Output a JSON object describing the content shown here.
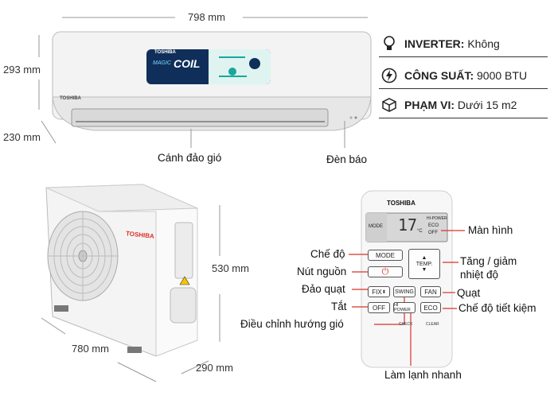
{
  "indoor": {
    "width": "798 mm",
    "height": "293 mm",
    "depth": "230 mm",
    "brand": "TOSHIBA",
    "panel_title": "COIL",
    "panel_badge": "MAGIC",
    "label_vane": "Cánh đảo gió",
    "label_led": "Đèn báo"
  },
  "specs": [
    {
      "icon": "lightbulb-icon",
      "label": "INVERTER:",
      "value": "Không"
    },
    {
      "icon": "power-bolt-icon",
      "label": "CÔNG SUẤT:",
      "value": "9000 BTU"
    },
    {
      "icon": "cube-icon",
      "label": "PHẠM VI:",
      "value": "Dưới 15 m2"
    }
  ],
  "outdoor": {
    "brand": "TOSHIBA",
    "height": "530 mm",
    "width": "780 mm",
    "depth": "290 mm"
  },
  "remote": {
    "brand": "TOSHIBA",
    "screen_mode": "MODE",
    "screen_temp": "17",
    "screen_unit": "°C",
    "screen_hipower": "HI-POWER",
    "screen_eco": "ECO",
    "screen_off": "OFF",
    "btn_mode": "MODE",
    "btn_temp": "TEMP.",
    "btn_fix": "FIX",
    "btn_swing": "SWING",
    "btn_fan": "FAN",
    "btn_off": "OFF",
    "btn_hipower": "HI POWER",
    "btn_eco": "ECO",
    "tiny_check": "CHECK",
    "tiny_clear": "CLEAR"
  },
  "callouts": {
    "screen": "Màn hình",
    "mode": "Chế độ",
    "temp_line1": "Tăng / giảm",
    "temp_line2": "nhiệt độ",
    "power": "Nút nguồn",
    "fix": "Đảo quạt",
    "fan": "Quạt",
    "off": "Tắt",
    "eco": "Chế độ tiết kiệm",
    "swing": "Điều chỉnh hướng gió",
    "hipower": "Làm lạnh nhanh"
  },
  "colors": {
    "accent_red": "#d9322b",
    "line_gray": "#999999"
  }
}
